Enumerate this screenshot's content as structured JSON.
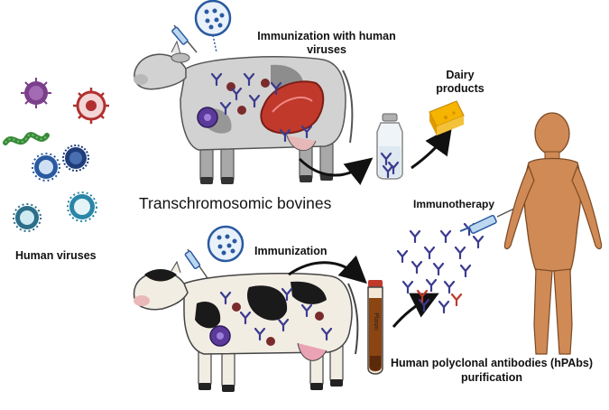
{
  "labels": {
    "immunization_top": "Immunization with human viruses",
    "dairy": "Dairy products",
    "transchromosomic": "Transchromosomic bovines",
    "immunotherapy": "Immunotherapy",
    "human_viruses": "Human viruses",
    "immunization_bottom": "Immunization",
    "hpabs": "Human polyclonal antibodies (hPAbs) purification",
    "plasma": "Plasm"
  },
  "colors": {
    "virus_purple": "#7b3f8c",
    "virus_red": "#b03030",
    "virus_green": "#3a8a3a",
    "virus_blue": "#2a5aa0",
    "antibody": "#3b3b8f",
    "meat": "#c0392b",
    "skin": "#d08a55",
    "cheese": "#f5b400",
    "plasma": "#8b4513"
  }
}
